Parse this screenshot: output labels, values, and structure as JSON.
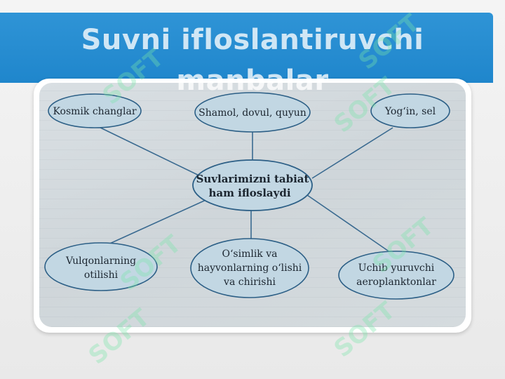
{
  "slide": {
    "title": "Suvni ifloslantiruvchi manbalar"
  },
  "diagram": {
    "center": {
      "line1": "Suvlarimizni tabiat",
      "line2": "ham ifloslaydi"
    },
    "nodes": [
      {
        "id": "kosmik",
        "lines": [
          "Kosmik changlar"
        ]
      },
      {
        "id": "shamol",
        "lines": [
          "Shamol, dovul, quyun"
        ]
      },
      {
        "id": "yogin",
        "lines": [
          "Yog‘in, sel"
        ]
      },
      {
        "id": "vulqon",
        "lines": [
          "Vulqonlarning",
          "otilishi"
        ]
      },
      {
        "id": "osimlik",
        "lines": [
          "O‘simlik va",
          "hayvonlarning o‘lishi",
          "va chirishi"
        ]
      },
      {
        "id": "uchib",
        "lines": [
          "Uchib yuruvchi",
          "aeroplanktonlar"
        ]
      }
    ]
  },
  "colors": {
    "title_bar": "#2a90d3",
    "ellipse_fill": "#c2d7e3",
    "ellipse_stroke": "#2c5f86",
    "connector": "#3a6a90"
  },
  "watermark": {
    "text": "SOFT"
  }
}
